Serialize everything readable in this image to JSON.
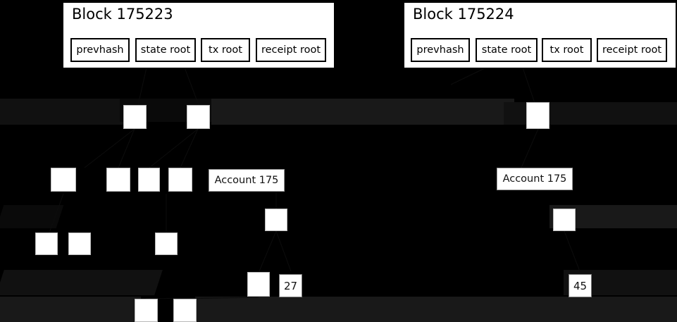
{
  "diagram": {
    "title_hidden": "",
    "background": "#000000",
    "node_fill": "#ffffff",
    "band_colors": [
      "#0a0a0a",
      "#111111",
      "#141414",
      "#191919"
    ]
  },
  "blocks": [
    {
      "title": "Block 175223",
      "fields": [
        {
          "label": "prevhash"
        },
        {
          "label": "state root"
        },
        {
          "label": "tx root"
        },
        {
          "label": "receipt root"
        }
      ]
    },
    {
      "title": "Block 175224",
      "fields": [
        {
          "label": "prevhash"
        },
        {
          "label": "state root"
        },
        {
          "label": "tx root"
        },
        {
          "label": "receipt root"
        }
      ]
    }
  ],
  "accounts": [
    {
      "label": "Account 175"
    },
    {
      "label": "Account 175"
    }
  ],
  "values": [
    {
      "label": "27"
    },
    {
      "label": "45"
    }
  ],
  "nodes": {
    "row_state": [
      "",
      ""
    ],
    "row_branch": [
      "",
      ""
    ],
    "row_mid": [
      "",
      "",
      "",
      ""
    ],
    "row_lower": [
      "",
      "",
      "",
      ""
    ],
    "row_leafline": [
      "",
      ""
    ],
    "row_bottom": [
      "",
      ""
    ]
  }
}
